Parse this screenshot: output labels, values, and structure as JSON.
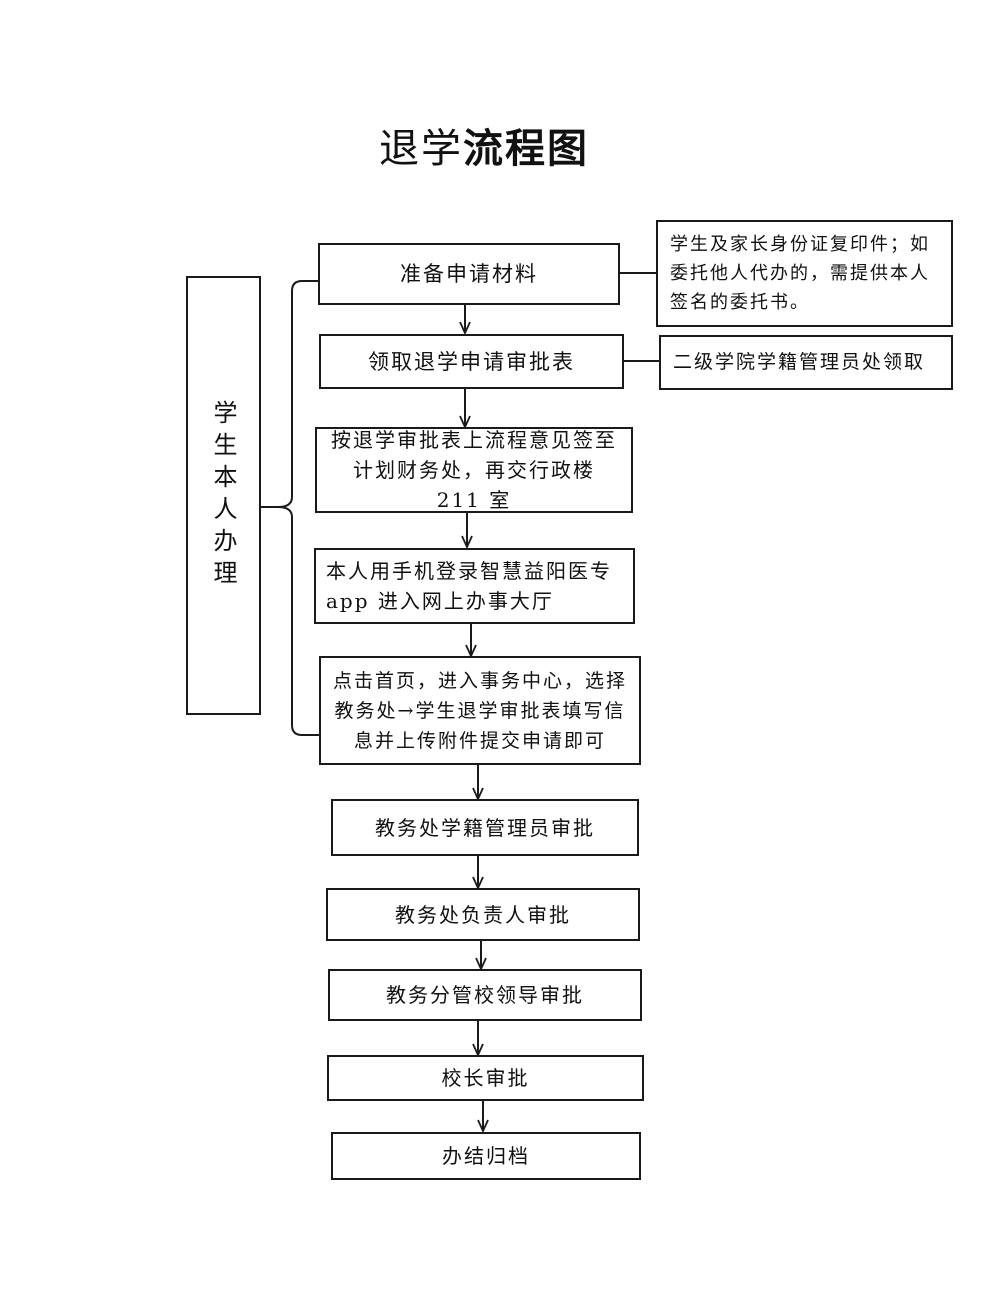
{
  "title": {
    "part1": "退学",
    "part2": "流程图"
  },
  "side": {
    "label": "学生本人办理"
  },
  "steps": [
    "准备申请材料",
    "领取退学申请审批表",
    "按退学审批表上流程意见签至计划财务处，再交行政楼 211 室",
    "本人用手机登录智慧益阳医专 app 进入网上办事大厅",
    "点击首页，进入事务中心，选择教务处→学生退学审批表填写信息并上传附件提交申请即可",
    "教务处学籍管理员审批",
    "教务处负责人审批",
    "教务分管校领导审批",
    "校长审批",
    "办结归档"
  ],
  "notes": [
    "学生及家长身份证复印件；如委托他人代办的，需提供本人签名的委托书。",
    "二级学院学籍管理员处领取"
  ]
}
